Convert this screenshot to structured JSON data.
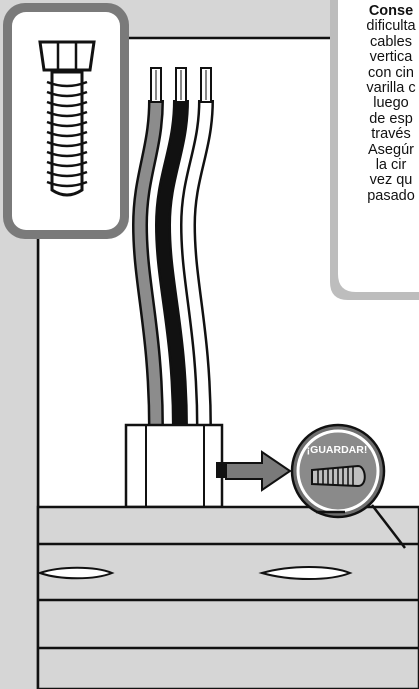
{
  "tip": {
    "title": "Conse",
    "lines": [
      "dificulta",
      "cables",
      "vertica",
      "con cin",
      "varilla c",
      "luego",
      "de esp",
      "través",
      "Asegúr",
      "la cir",
      "vez qu",
      "pasado"
    ]
  },
  "callout": {
    "label": "¡GUARDAR!"
  },
  "icons": [
    "bolt-icon",
    "arrow-right-icon",
    "wire-nut-icon"
  ],
  "colors": {
    "panel": "#d6d6d6",
    "frame": "#7a7a7a",
    "wire_gray": "#8c8c8c",
    "wire_black": "#111111",
    "wire_white": "#ffffff",
    "outline": "#111111",
    "callout_bg": "#6d6d6d"
  }
}
